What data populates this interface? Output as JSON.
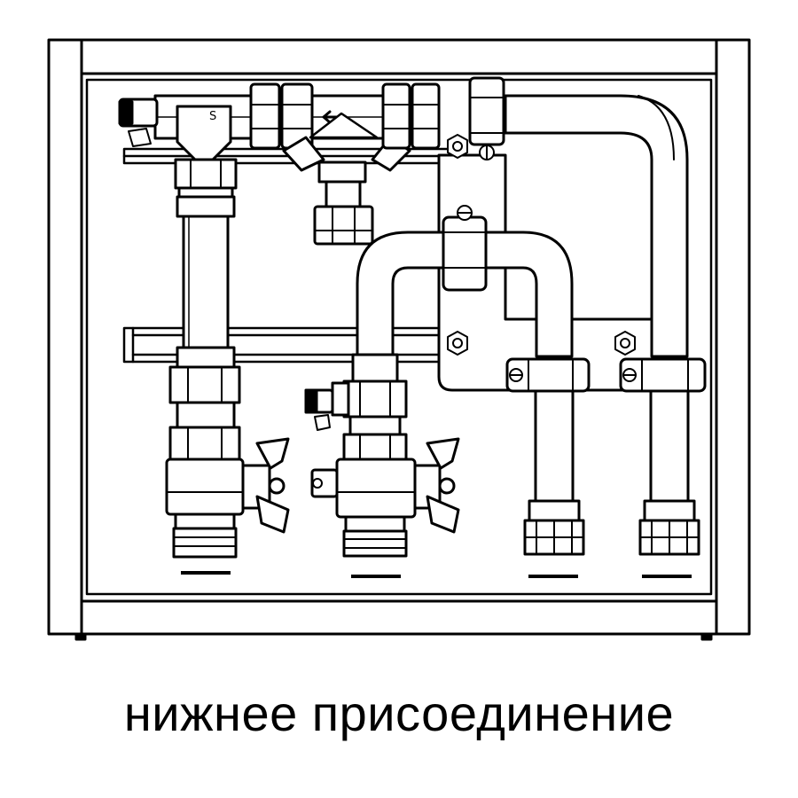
{
  "caption": "нижнее присоединение",
  "colors": {
    "stroke": "#000000",
    "fill": "#ffffff",
    "background": "#ffffff"
  },
  "components": [
    "cabinet-frame",
    "mounting-rail-top",
    "mounting-rail-bottom",
    "mixing-valve",
    "pump-spacer-pipe",
    "ball-valve-left",
    "ball-valve-middle",
    "u-pipe",
    "bypass-pipe",
    "manifold-plate",
    "outlet-pipe-right-1",
    "outlet-pipe-right-2"
  ]
}
